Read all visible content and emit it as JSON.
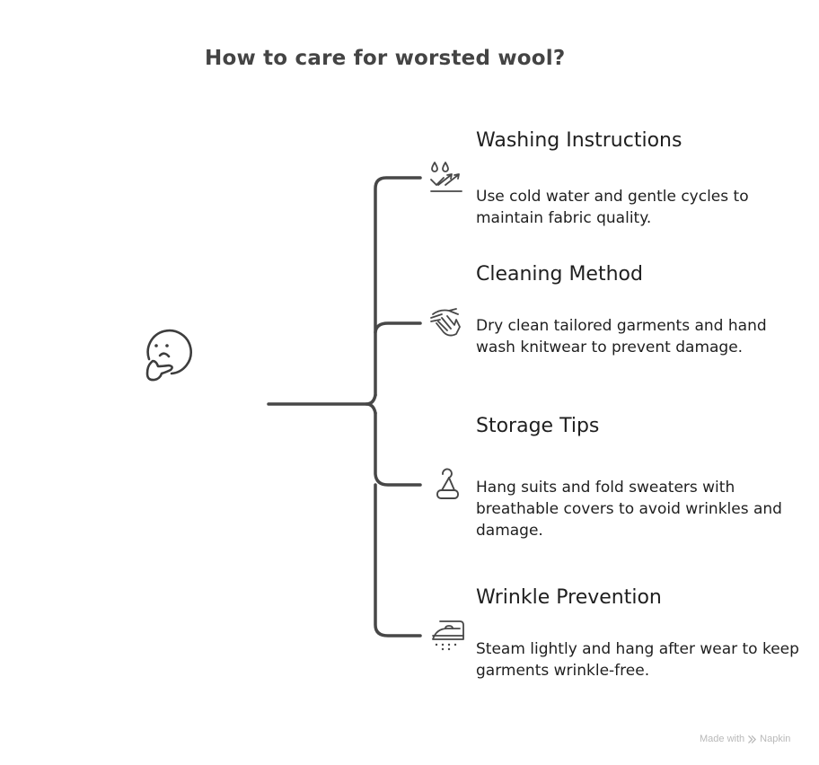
{
  "title": "How to care for worsted wool?",
  "central_icon": "thinking-face-icon",
  "items": [
    {
      "heading": "Washing Instructions",
      "description": "Use cold water and gentle cycles to maintain fabric quality.",
      "icon": "washing-water-icon"
    },
    {
      "heading": "Cleaning Method",
      "description": "Dry clean tailored garments and hand wash knitwear to prevent damage.",
      "icon": "hand-wash-icon"
    },
    {
      "heading": "Storage Tips",
      "description": "Hang suits and fold sweaters with breathable covers to avoid wrinkles and damage.",
      "icon": "hanger-icon"
    },
    {
      "heading": "Wrinkle Prevention",
      "description": "Steam lightly and hang after wear to keep garments wrinkle-free.",
      "icon": "steam-iron-icon"
    }
  ],
  "colors": {
    "line": "#474747",
    "title": "#444444",
    "text": "#1f1f1f",
    "watermark": "#b9b9b9"
  },
  "footer": {
    "made_with": "Made with",
    "brand": "Napkin"
  }
}
